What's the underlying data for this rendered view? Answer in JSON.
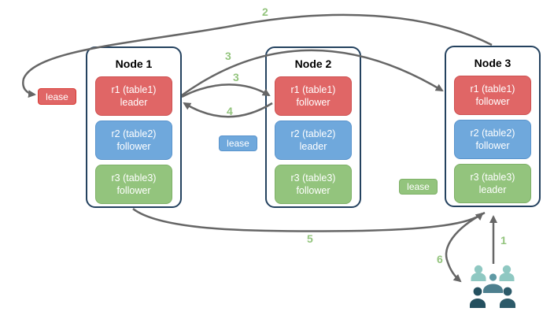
{
  "nodes": [
    {
      "title": "Node 1",
      "replicas": [
        {
          "label": "r1 (table1)",
          "role": "leader",
          "color": "#E06666"
        },
        {
          "label": "r2 (table2)",
          "role": "follower",
          "color": "#6FA8DC"
        },
        {
          "label": "r3 (table3)",
          "role": "follower",
          "color": "#93C47D"
        }
      ]
    },
    {
      "title": "Node 2",
      "replicas": [
        {
          "label": "r1 (table1)",
          "role": "follower",
          "color": "#E06666"
        },
        {
          "label": "r2 (table2)",
          "role": "leader",
          "color": "#6FA8DC"
        },
        {
          "label": "r3 (table3)",
          "role": "follower",
          "color": "#93C47D"
        }
      ]
    },
    {
      "title": "Node 3",
      "replicas": [
        {
          "label": "r1 (table1)",
          "role": "follower",
          "color": "#E06666"
        },
        {
          "label": "r2 (table2)",
          "role": "follower",
          "color": "#6FA8DC"
        },
        {
          "label": "r3 (table3)",
          "role": "leader",
          "color": "#93C47D"
        }
      ]
    }
  ],
  "leases": [
    {
      "label": "lease",
      "color": "#E06666",
      "near": "Node 1 r1 leader"
    },
    {
      "label": "lease",
      "color": "#6FA8DC",
      "near": "Node 2 r2 leader"
    },
    {
      "label": "lease",
      "color": "#93C47D",
      "near": "Node 3 r3 leader"
    }
  ],
  "steps": {
    "step1": "1",
    "step2": "2",
    "step3_to_node2": "3",
    "step3_to_node3": "3",
    "step4": "4",
    "step5": "5",
    "step6": "6"
  },
  "colors": {
    "red": "#E06666",
    "blue": "#6FA8DC",
    "green": "#93C47D",
    "arrow": "#666666",
    "node_border": "#24425F",
    "step_number": "#93C47D",
    "users_light": "#8FC8C2",
    "users_medium": "#5E99A4",
    "users_body_medium": "#4D7F8E",
    "users_dark": "#24505F"
  }
}
